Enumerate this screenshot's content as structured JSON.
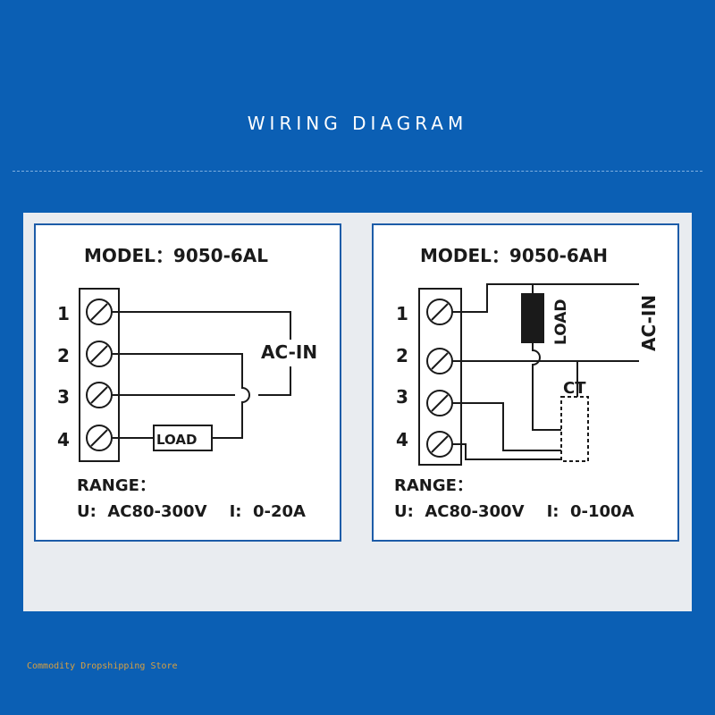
{
  "header": {
    "title": "WIRING DIAGRAM"
  },
  "diagrams": [
    {
      "model": "MODEL：9050-6AL",
      "terminals": [
        "1",
        "2",
        "3",
        "4"
      ],
      "supply_label": "AC-IN",
      "load_label": "LOAD",
      "range_title": "RANGE：",
      "range_values": "U:  AC80-300V    I:  0-20A"
    },
    {
      "model": "MODEL：9050-6AH",
      "terminals": [
        "1",
        "2",
        "3",
        "4"
      ],
      "supply_label": "AC-IN",
      "load_label": "LOAD",
      "ct_label": "CT",
      "range_title": "RANGE：",
      "range_values": "U:  AC80-300V    I:  0-100A"
    }
  ],
  "footer": {
    "watermark": "Commodity Dropshipping Store"
  },
  "colors": {
    "background": "#0b5fb4",
    "card_border": "#1d5ca8",
    "panel": "#e9ecf0",
    "wire": "#1a1a1a"
  }
}
